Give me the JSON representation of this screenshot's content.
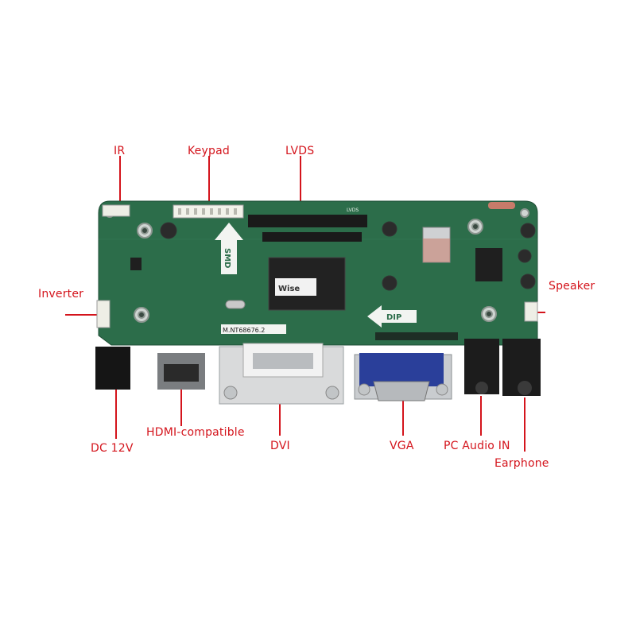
{
  "colors": {
    "callout": "#d4141c",
    "board": "#2c6d4a",
    "board_dark": "#1f5238",
    "silk": "#e8efe9",
    "vga_blue": "#2a3f9a"
  },
  "callouts": {
    "ir": "IR",
    "keypad": "Keypad",
    "lvds": "LVDS",
    "inverter": "Inverter",
    "speaker": "Speaker",
    "dc": "DC 12V",
    "hdmi": "HDMI-compatible",
    "dvi": "DVI",
    "vga": "VGA",
    "pc_audio": "PC Audio IN",
    "earphone": "Earphone"
  },
  "board": {
    "model": "M.NT68676.2",
    "smd": "SMD",
    "dip": "DIP",
    "chip_logo": "Wise",
    "lvds_silk": "LVDS"
  }
}
